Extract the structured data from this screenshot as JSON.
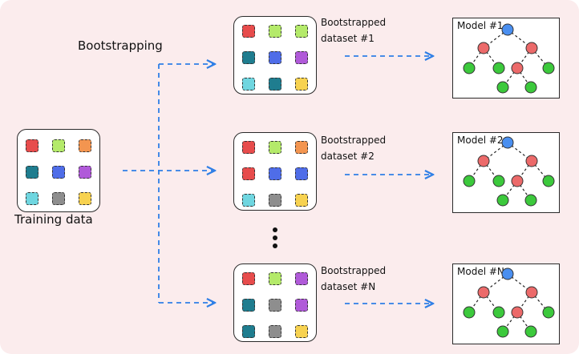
{
  "labels": {
    "bootstrapping": "Bootstrapping",
    "training_data": "Training data"
  },
  "colors": {
    "red": "#e74c4c",
    "lime": "#b4ea6a",
    "orange": "#f39550",
    "teal": "#1f7d8f",
    "blue": "#4f6de8",
    "purple": "#b05ad9",
    "cyan": "#6fd6e0",
    "gray": "#8e8e8e",
    "yellow": "#f7d250",
    "arrow": "#2f7fe6",
    "root_node": "#4a8ff0",
    "inner_node": "#ec6a6a",
    "leaf_node": "#3cc93c"
  },
  "training_grid": [
    "red",
    "lime",
    "orange",
    "teal",
    "blue",
    "purple",
    "cyan",
    "gray",
    "yellow"
  ],
  "datasets": [
    {
      "label_line1": "Bootstrapped",
      "label_line2": "dataset #1",
      "grid": [
        "red",
        "lime",
        "lime",
        "teal",
        "blue",
        "purple",
        "cyan",
        "teal",
        "yellow"
      ]
    },
    {
      "label_line1": "Bootstrapped",
      "label_line2": "dataset #2",
      "grid": [
        "red",
        "lime",
        "orange",
        "red",
        "blue",
        "blue",
        "cyan",
        "gray",
        "yellow"
      ]
    },
    {
      "label_line1": "Bootstrapped",
      "label_line2": "dataset #N",
      "grid": [
        "red",
        "lime",
        "purple",
        "teal",
        "gray",
        "purple",
        "teal",
        "gray",
        "yellow"
      ]
    }
  ],
  "models": [
    {
      "title": "Model #1"
    },
    {
      "title": "Model #2"
    },
    {
      "title": "Model #N"
    }
  ]
}
